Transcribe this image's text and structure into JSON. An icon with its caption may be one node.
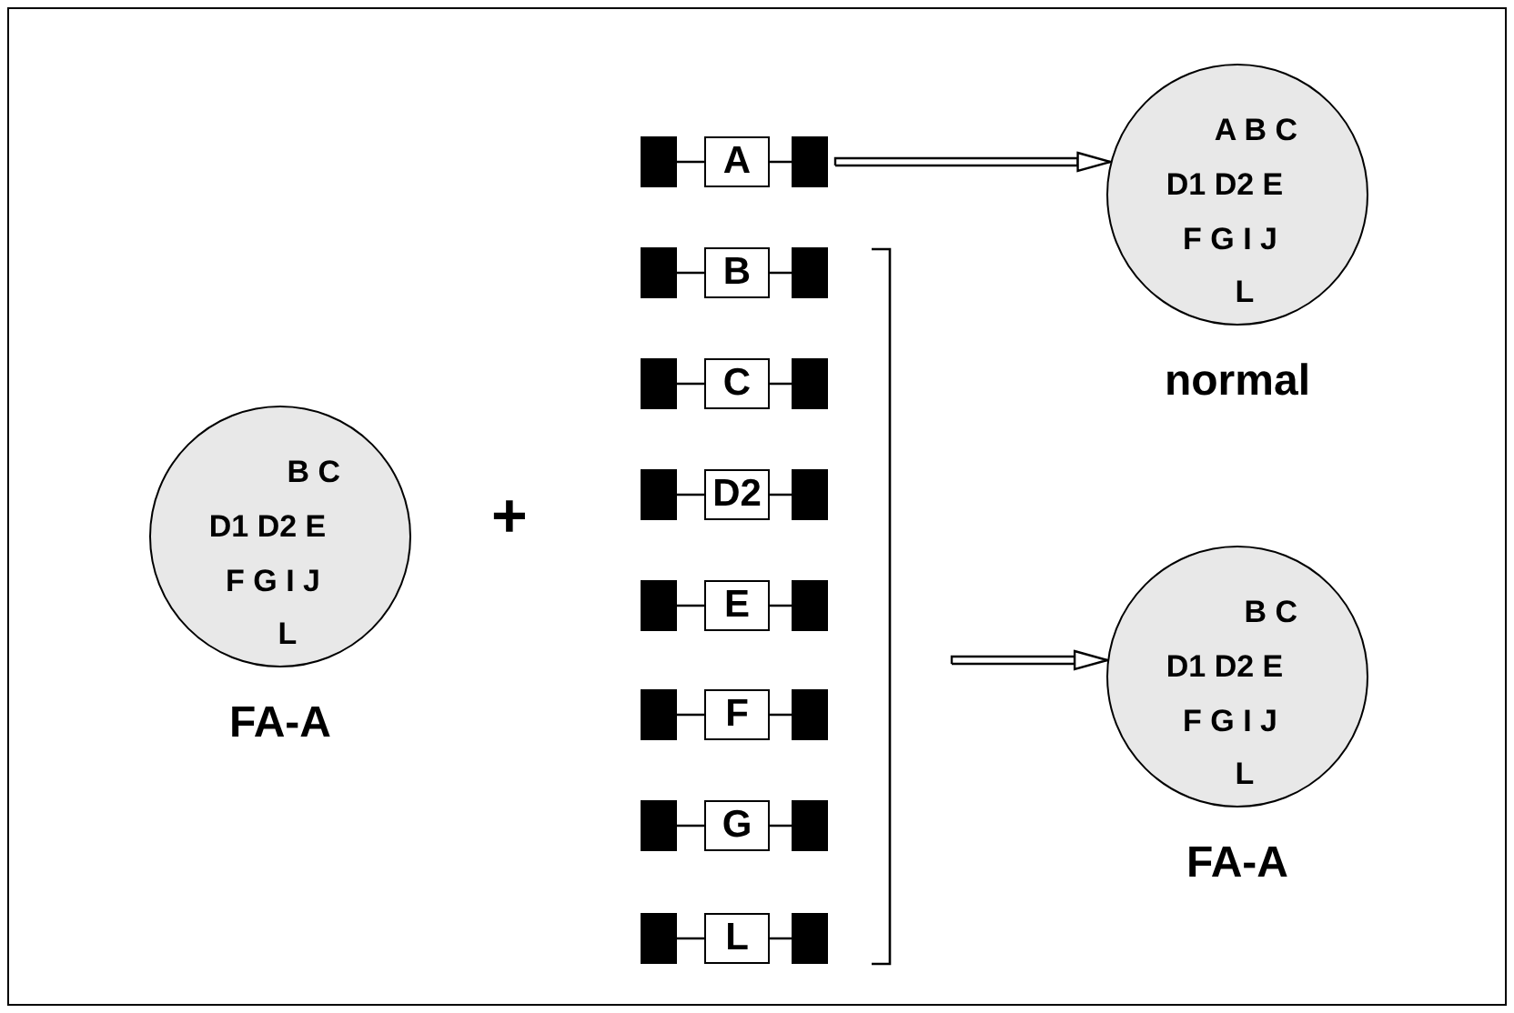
{
  "diagram": {
    "nodes": [
      {
        "text": [
          "B C",
          "D1 D2 E",
          "F G I J",
          "L"
        ],
        "beside": [
          "FA-A"
        ]
      },
      {
        "text": [
          "A"
        ]
      },
      {
        "text": [
          "B"
        ]
      },
      {
        "text": [
          "C"
        ]
      },
      {
        "text": [
          "D2"
        ]
      },
      {
        "text": [
          "E"
        ]
      },
      {
        "text": [
          "F"
        ]
      },
      {
        "text": [
          "G"
        ]
      },
      {
        "text": [
          "L"
        ]
      },
      {
        "text": [
          "A B C",
          "D1 D2 E",
          "F G I J",
          "L"
        ],
        "beside": [
          "normal"
        ]
      },
      {
        "text": [
          "B C",
          "D1 D2 E",
          "F G I J",
          "L"
        ],
        "beside": [
          "FA-A"
        ]
      }
    ],
    "edges": [
      {
        "from": 1,
        "to": 9,
        "arrow": "to"
      },
      {
        "from": null,
        "to": 10,
        "arrow": "to"
      }
    ],
    "labels": [
      "+"
    ]
  }
}
